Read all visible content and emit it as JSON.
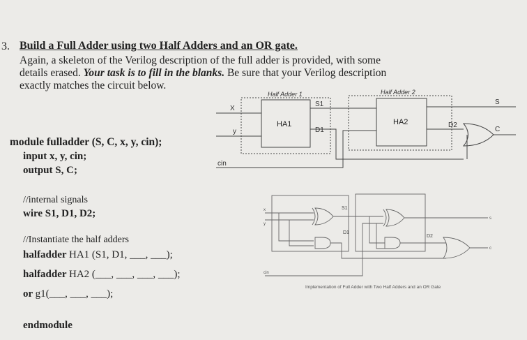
{
  "question": {
    "number": "3.",
    "title": "Build a Full Adder using two Half Adders and an OR gate.",
    "lines": [
      "Again, a skeleton of the Verilog description of the full adder is provided, with some",
      "details erased.",
      "Your task is to fill in the blanks.",
      "Be sure that your Verilog description",
      "exactly matches the circuit below."
    ]
  },
  "code": {
    "module": "module fulladder (S, C, x, y, cin);",
    "input": "input x, y, cin;",
    "output": "output S, C;",
    "comment1": "//internal signals",
    "wire": "wire S1, D1, D2;",
    "comment2": "//Instantiate the half adders",
    "ha1_kw": "halfadder",
    "ha1_rest": "HA1 (S1, D1, ___, ___);",
    "ha2_kw": "halfadder",
    "ha2_rest": "HA2 (___, ___, ___, ___);",
    "or_kw": "or",
    "or_rest": "g1(___, ___, ___);",
    "end": "endmodule"
  },
  "diagram_top": {
    "ha1_title": "Half Adder 1",
    "ha2_title": "Half Adder 2",
    "ha1_label": "HA1",
    "ha2_label": "HA2",
    "x": "X",
    "y": "y",
    "cin": "cin",
    "s1": "S1",
    "d1": "D1",
    "d2": "D2",
    "s": "S",
    "c": "C"
  },
  "diagram_bottom": {
    "x": "x",
    "y": "y",
    "cin": "cin",
    "s1": "S1",
    "d1": "D1",
    "d2": "D2",
    "s": "s",
    "c": "c",
    "caption": "Implementation of Full Adder with Two Half Adders and an OR Gate"
  }
}
